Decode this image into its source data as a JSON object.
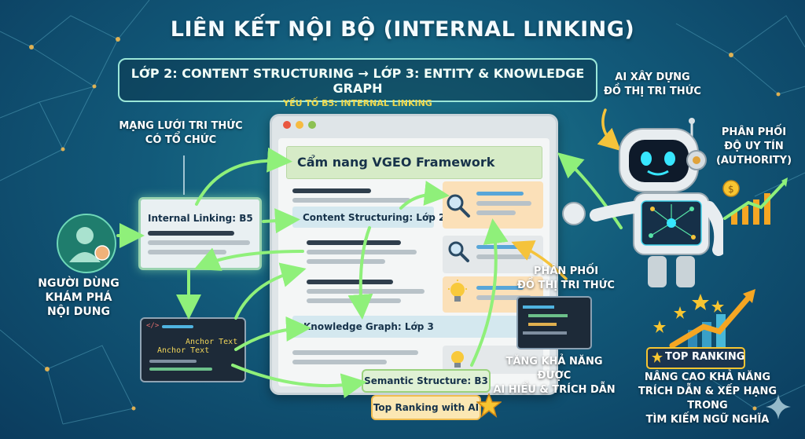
{
  "title": "LIÊN KẾT NỘI BỘ (INTERNAL LINKING)",
  "banner": {
    "line1": "LỚP 2: CONTENT STRUCTURING → LỚP 3: ENTITY & KNOWLEDGE GRAPH",
    "line2": "YẾU TỐ B5: INTERNAL LINKING"
  },
  "left": {
    "network_label": [
      "MẠNG LƯỚI TRI THỨC",
      "CÓ TỔ CHỨC"
    ],
    "internal_card": "Internal Linking: B5",
    "user_label": [
      "NGƯỜI DÙNG",
      "KHÁM PHÁ",
      "NỘI DUNG"
    ],
    "code_card": {
      "anchor1": "Anchor Text",
      "anchor2": "Anchor Text",
      "tag": "</>"
    }
  },
  "page": {
    "heading": "Cẩm nang VGEO Framework",
    "content_structuring": "Content Structuring: Lớp 2",
    "knowledge_graph": "Knowledge Graph: Lớp 3",
    "semantic_structure": "Semantic Structure: B3",
    "top_ranking_ai": "Top Ranking with AI"
  },
  "right": {
    "ai_label": [
      "AI XÂY DỰNG",
      "ĐỒ THỊ TRI THỨC"
    ],
    "authority_label": [
      "PHÂN PHỐI",
      "ĐỘ UY TÍN",
      "(AUTHORITY)"
    ],
    "distribute_label": [
      "PHÂN  PHỐI",
      "ĐỒ THỊ TRI THỨC"
    ],
    "ai_understand_label": [
      "TĂNG KHẢ NĂNG ĐƯỢC",
      "AI HIỂU & TRÍCH DẪN"
    ],
    "top_ranking_badge": "TOP RANKING",
    "citation_label": [
      "NÂNG CAO KHẢ NĂNG",
      "TRÍCH DẪN & XẾP HẠNG TRONG",
      "TÌM KIẾM NGỮ NGHĨA"
    ]
  },
  "colors": {
    "arrow_green": "#8ff07a",
    "arrow_yellow": "#f5c33b",
    "robot_body": "#e8edf0",
    "robot_face": "#0e1a2a",
    "eye_cyan": "#37e6ff",
    "accent_orange": "#f5a623"
  },
  "icons": [
    "user-touch-icon",
    "magnifier-icon",
    "lightbulb-icon",
    "code-icon",
    "robot-icon",
    "coin-chart-icon",
    "star-icon",
    "ranking-chart-icon",
    "sparkle-icon"
  ]
}
